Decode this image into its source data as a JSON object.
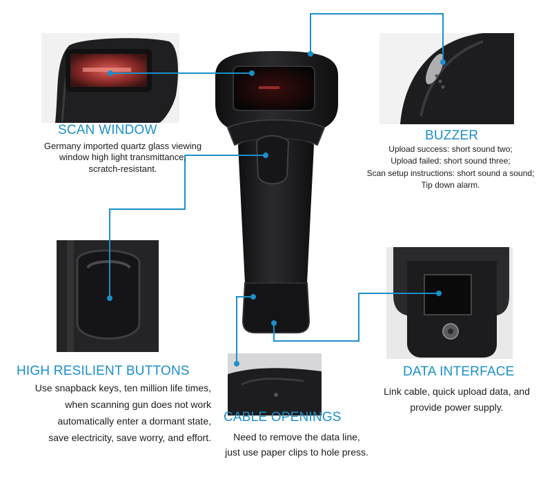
{
  "colors": {
    "accent": "#1b8fc9",
    "text": "#1a1a1a",
    "device": "#1d1d1f"
  },
  "callouts": {
    "scan_window": {
      "title": "SCAN WINDOW",
      "description": "Germany imported quartz glass viewing\nwindow high light transmittance,\nscratch-resistant."
    },
    "buzzer": {
      "title": "BUZZER",
      "description": "Upload success: short sound two;\nUpload failed: short sound three;\nScan setup instructions: short sound a sound;\nTip down alarm."
    },
    "buttons": {
      "title": "HIGH RESILIENT BUTTONS",
      "description": "Use snapback keys, ten million life times,\nwhen scanning gun does not work\nautomatically enter a dormant state,\nsave electricity, save worry, and effort."
    },
    "data_interface": {
      "title": "DATA INTERFACE",
      "description": "Link cable, quick upload data, and\nprovide power supply."
    },
    "cable_openings": {
      "title": "CABLE OPENINGS",
      "description": "Need to remove the data line,\njust use paper clips to hole press."
    }
  }
}
